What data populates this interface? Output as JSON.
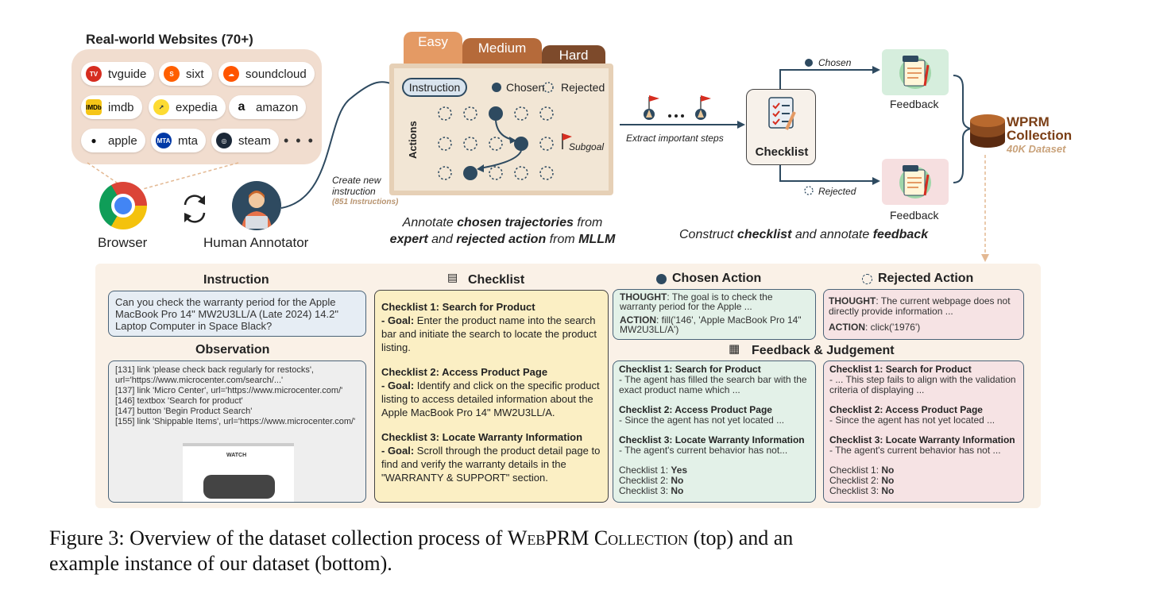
{
  "websites": {
    "title": "Real-world Websites (70+)",
    "sites": [
      {
        "name": "tvguide",
        "icon": "tvguide-icon",
        "color": "#d62d20"
      },
      {
        "name": "sixt",
        "icon": "sixt-icon",
        "color": "#ff5f00"
      },
      {
        "name": "soundcloud",
        "icon": "soundcloud-icon",
        "color": "#ff5500"
      },
      {
        "name": "imdb",
        "icon": "imdb-icon",
        "color": "#f5c518"
      },
      {
        "name": "expedia",
        "icon": "expedia-icon",
        "color": "#fddb32"
      },
      {
        "name": "amazon",
        "icon": "amazon-icon",
        "color": "#ffffff"
      },
      {
        "name": "apple",
        "icon": "apple-icon",
        "color": "#ffffff"
      },
      {
        "name": "mta",
        "icon": "mta-icon",
        "color": "#0039a6"
      },
      {
        "name": "steam",
        "icon": "steam-icon",
        "color": "#1b2838"
      }
    ],
    "more": "• • •"
  },
  "browser_label": "Browser",
  "annotator_label": "Human Annotator",
  "create_instruction": {
    "line1": "Create new",
    "line2": "instruction",
    "count": "(851 Instructions)"
  },
  "difficulty_tabs": [
    "Easy",
    "Medium",
    "Hard"
  ],
  "board": {
    "instruction_label": "Instruction",
    "chosen_label": "Chosen",
    "rejected_label": "Rejected",
    "actions_label": "Actions",
    "subgoal_label": "Subgoal"
  },
  "annotate_caption": {
    "p1": "Annotate ",
    "b1": "chosen trajectories",
    "p2": " from",
    "b2": "expert",
    "p3": " and ",
    "b3": "rejected action",
    "p4": " from ",
    "b4": "MLLM"
  },
  "extract_label": "Extract important steps",
  "checklist_label": "Checklist",
  "chosen_branch": "Chosen",
  "rejected_branch": "Rejected",
  "feedback_label": "Feedback",
  "construct_caption": {
    "p1": "Construct ",
    "b1": "checklist",
    "p2": " and annotate ",
    "b2": "feedback"
  },
  "collection": {
    "line1": "WPRM",
    "line2": "Collection",
    "sub": "40K Dataset"
  },
  "example": {
    "instruction_title": "Instruction",
    "instruction_text": "Can you check the warranty period for the Apple MacBook Pro 14\" MW2U3LL/A (Late 2024) 14.2\" Laptop Computer in Space Black?",
    "observation_title": "Observation",
    "observation_lines": [
      "[131] link 'please check back regularly for restocks', url='https://www.microcenter.com/search/...'",
      "[137] link 'Micro Center', url='https://www.microcenter.com/'",
      "[146] textbox 'Search for product'",
      "[147] button 'Begin Product Search'",
      "[155] link 'Shippable Items', url='https://www.microcenter.com/'"
    ],
    "screenshot_text": "WATCH",
    "checklist_title": "Checklist",
    "checklist_items": [
      {
        "title": "Checklist 1: Search for Product",
        "goal_label": "- Goal:",
        "goal": " Enter the product name into the search bar and initiate the search to locate the product listing."
      },
      {
        "title": "Checklist 2: Access Product Page",
        "goal_label": "- Goal:",
        "goal": " Identify and click on the specific product listing to access detailed information about the Apple MacBook Pro 14\" MW2U3LL/A."
      },
      {
        "title": "Checklist 3: Locate Warranty Information",
        "goal_label": "- Goal:",
        "goal": " Scroll through the product detail page to find and verify the warranty details in the \"WARRANTY & SUPPORT\" section."
      }
    ],
    "chosen_title": "Chosen Action",
    "chosen_thought_label": "THOUGHT",
    "chosen_thought": ": The goal is to check the warranty period for the Apple ...",
    "chosen_action_label": "ACTION",
    "chosen_action": ": fill('146', 'Apple MacBook Pro 14\" MW2U3LL/A')",
    "rejected_title": "Rejected Action",
    "rejected_thought_label": "THOUGHT",
    "rejected_thought": ": The current webpage does not directly provide information ...",
    "rejected_action_label": "ACTION",
    "rejected_action": ": click('1976')",
    "feedback_title": "Feedback & Judgement",
    "chosen_feedback": [
      {
        "title": "Checklist 1: Search for Product",
        "text": "- The agent has filled the search bar with the exact product name which ..."
      },
      {
        "title": "Checklist 2: Access Product Page",
        "text": "- Since the agent has not yet located ..."
      },
      {
        "title": "Checklist 3: Locate Warranty Information",
        "text": "- The agent's current behavior has not..."
      }
    ],
    "chosen_judgement": [
      {
        "label": "Checklist 1: ",
        "value": "Yes"
      },
      {
        "label": "Checklist 2: ",
        "value": "No"
      },
      {
        "label": "Checklist 3: ",
        "value": "No"
      }
    ],
    "rejected_feedback": [
      {
        "title": "Checklist 1: Search for Product",
        "text": "- ... This step fails to align with the validation criteria of displaying ..."
      },
      {
        "title": "Checklist 2: Access Product Page",
        "text": "- Since the agent has not yet located ..."
      },
      {
        "title": "Checklist 3: Locate Warranty Information",
        "text": "- The agent's current behavior has not ..."
      }
    ],
    "rejected_judgement": [
      {
        "label": "Checklist 1: ",
        "value": "No"
      },
      {
        "label": "Checklist 2: ",
        "value": "No"
      },
      {
        "label": "Checklist 3: ",
        "value": "No"
      }
    ]
  },
  "figure_caption": {
    "prefix": "Figure 3: Overview of the dataset collection process of ",
    "name1": "WebPRM",
    "name2": "Collection",
    "suffix1": " (top) and an",
    "suffix2": "example instance of our dataset (bottom)."
  },
  "colors": {
    "navy": "#2e4a60",
    "tan": "#f1ddcf",
    "chosen_bg": "#e3f1e8",
    "rejected_bg": "#f6e3e4",
    "checklist_bg": "#fbefc4",
    "instruction_bg": "#e6edf4",
    "collection_brown": "#7b3f16"
  }
}
